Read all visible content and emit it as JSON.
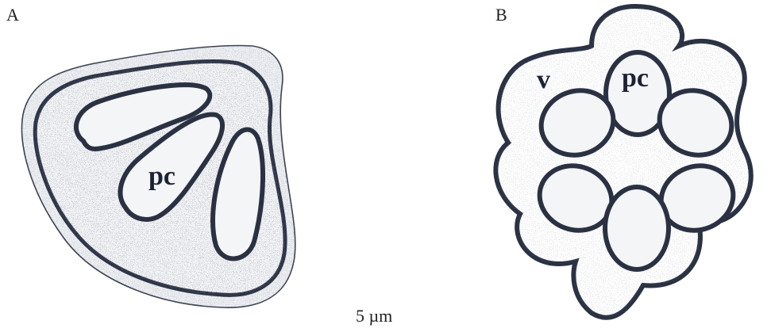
{
  "panels": {
    "a": {
      "label": "A",
      "tag": "pc"
    },
    "b": {
      "label": "B",
      "tag_v": "v",
      "tag_pc": "pc"
    }
  },
  "scale_bar": {
    "text": "5 µm"
  },
  "colors": {
    "outline": "#2e3547",
    "stipple": "#7f8796",
    "fill": "#f2f3f5",
    "wall": "#c9cdd4"
  }
}
